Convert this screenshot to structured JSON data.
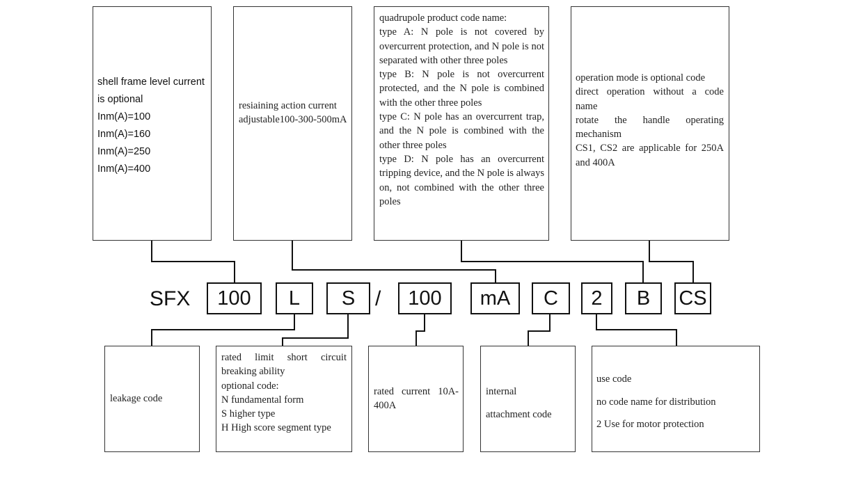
{
  "codes": {
    "prefix": "SFX",
    "frame_current": "100",
    "leakage": "L",
    "breaking": "S",
    "slash": "/",
    "rated_current": "100",
    "residual_unit": "mA",
    "attachment": "C",
    "use": "2",
    "pole_type": "B",
    "operation": "CS"
  },
  "top_boxes": {
    "shell_frame": {
      "lines": [
        "shell frame level current",
        "is optional",
        "Inm(A)=100",
        "Inm(A)=160",
        "Inm(A)=250",
        "Inm(A)=400"
      ]
    },
    "residual_current": {
      "lines": [
        "resiaining action current",
        "adjustable100-300-500mA"
      ]
    },
    "quadrupole": {
      "lines": [
        "quadrupole product code name:",
        "type A: N pole is not covered by overcurrent protection, and N pole is not separated with other three poles",
        "type B: N pole is not overcurrent protected, and the N pole is combined with the other three poles",
        "type C: N pole has an overcurrent trap, and the N pole is combined with the other three poles",
        "type D: N pole has an overcurrent tripping device, and the N pole is always on, not combined with the other three poles"
      ]
    },
    "operation_mode": {
      "lines": [
        "operation mode is optional code",
        "direct operation without a code name",
        "rotate the handle operating mechanism",
        "CS1, CS2 are applicable for 250A and 400A"
      ]
    }
  },
  "bottom_boxes": {
    "leakage": {
      "lines": [
        "leakage code"
      ]
    },
    "breaking": {
      "lines": [
        "rated limit short circuit breaking ability",
        "optional code:",
        "N fundamental form",
        "S higher type",
        "H High score segment type"
      ]
    },
    "rated_current": {
      "lines": [
        "rated current 10A-400A"
      ]
    },
    "attachment": {
      "lines": [
        "internal",
        "attachment code"
      ]
    },
    "use_code": {
      "lines": [
        "use code",
        "no code name for distribution",
        "2 Use for motor protection"
      ]
    }
  }
}
